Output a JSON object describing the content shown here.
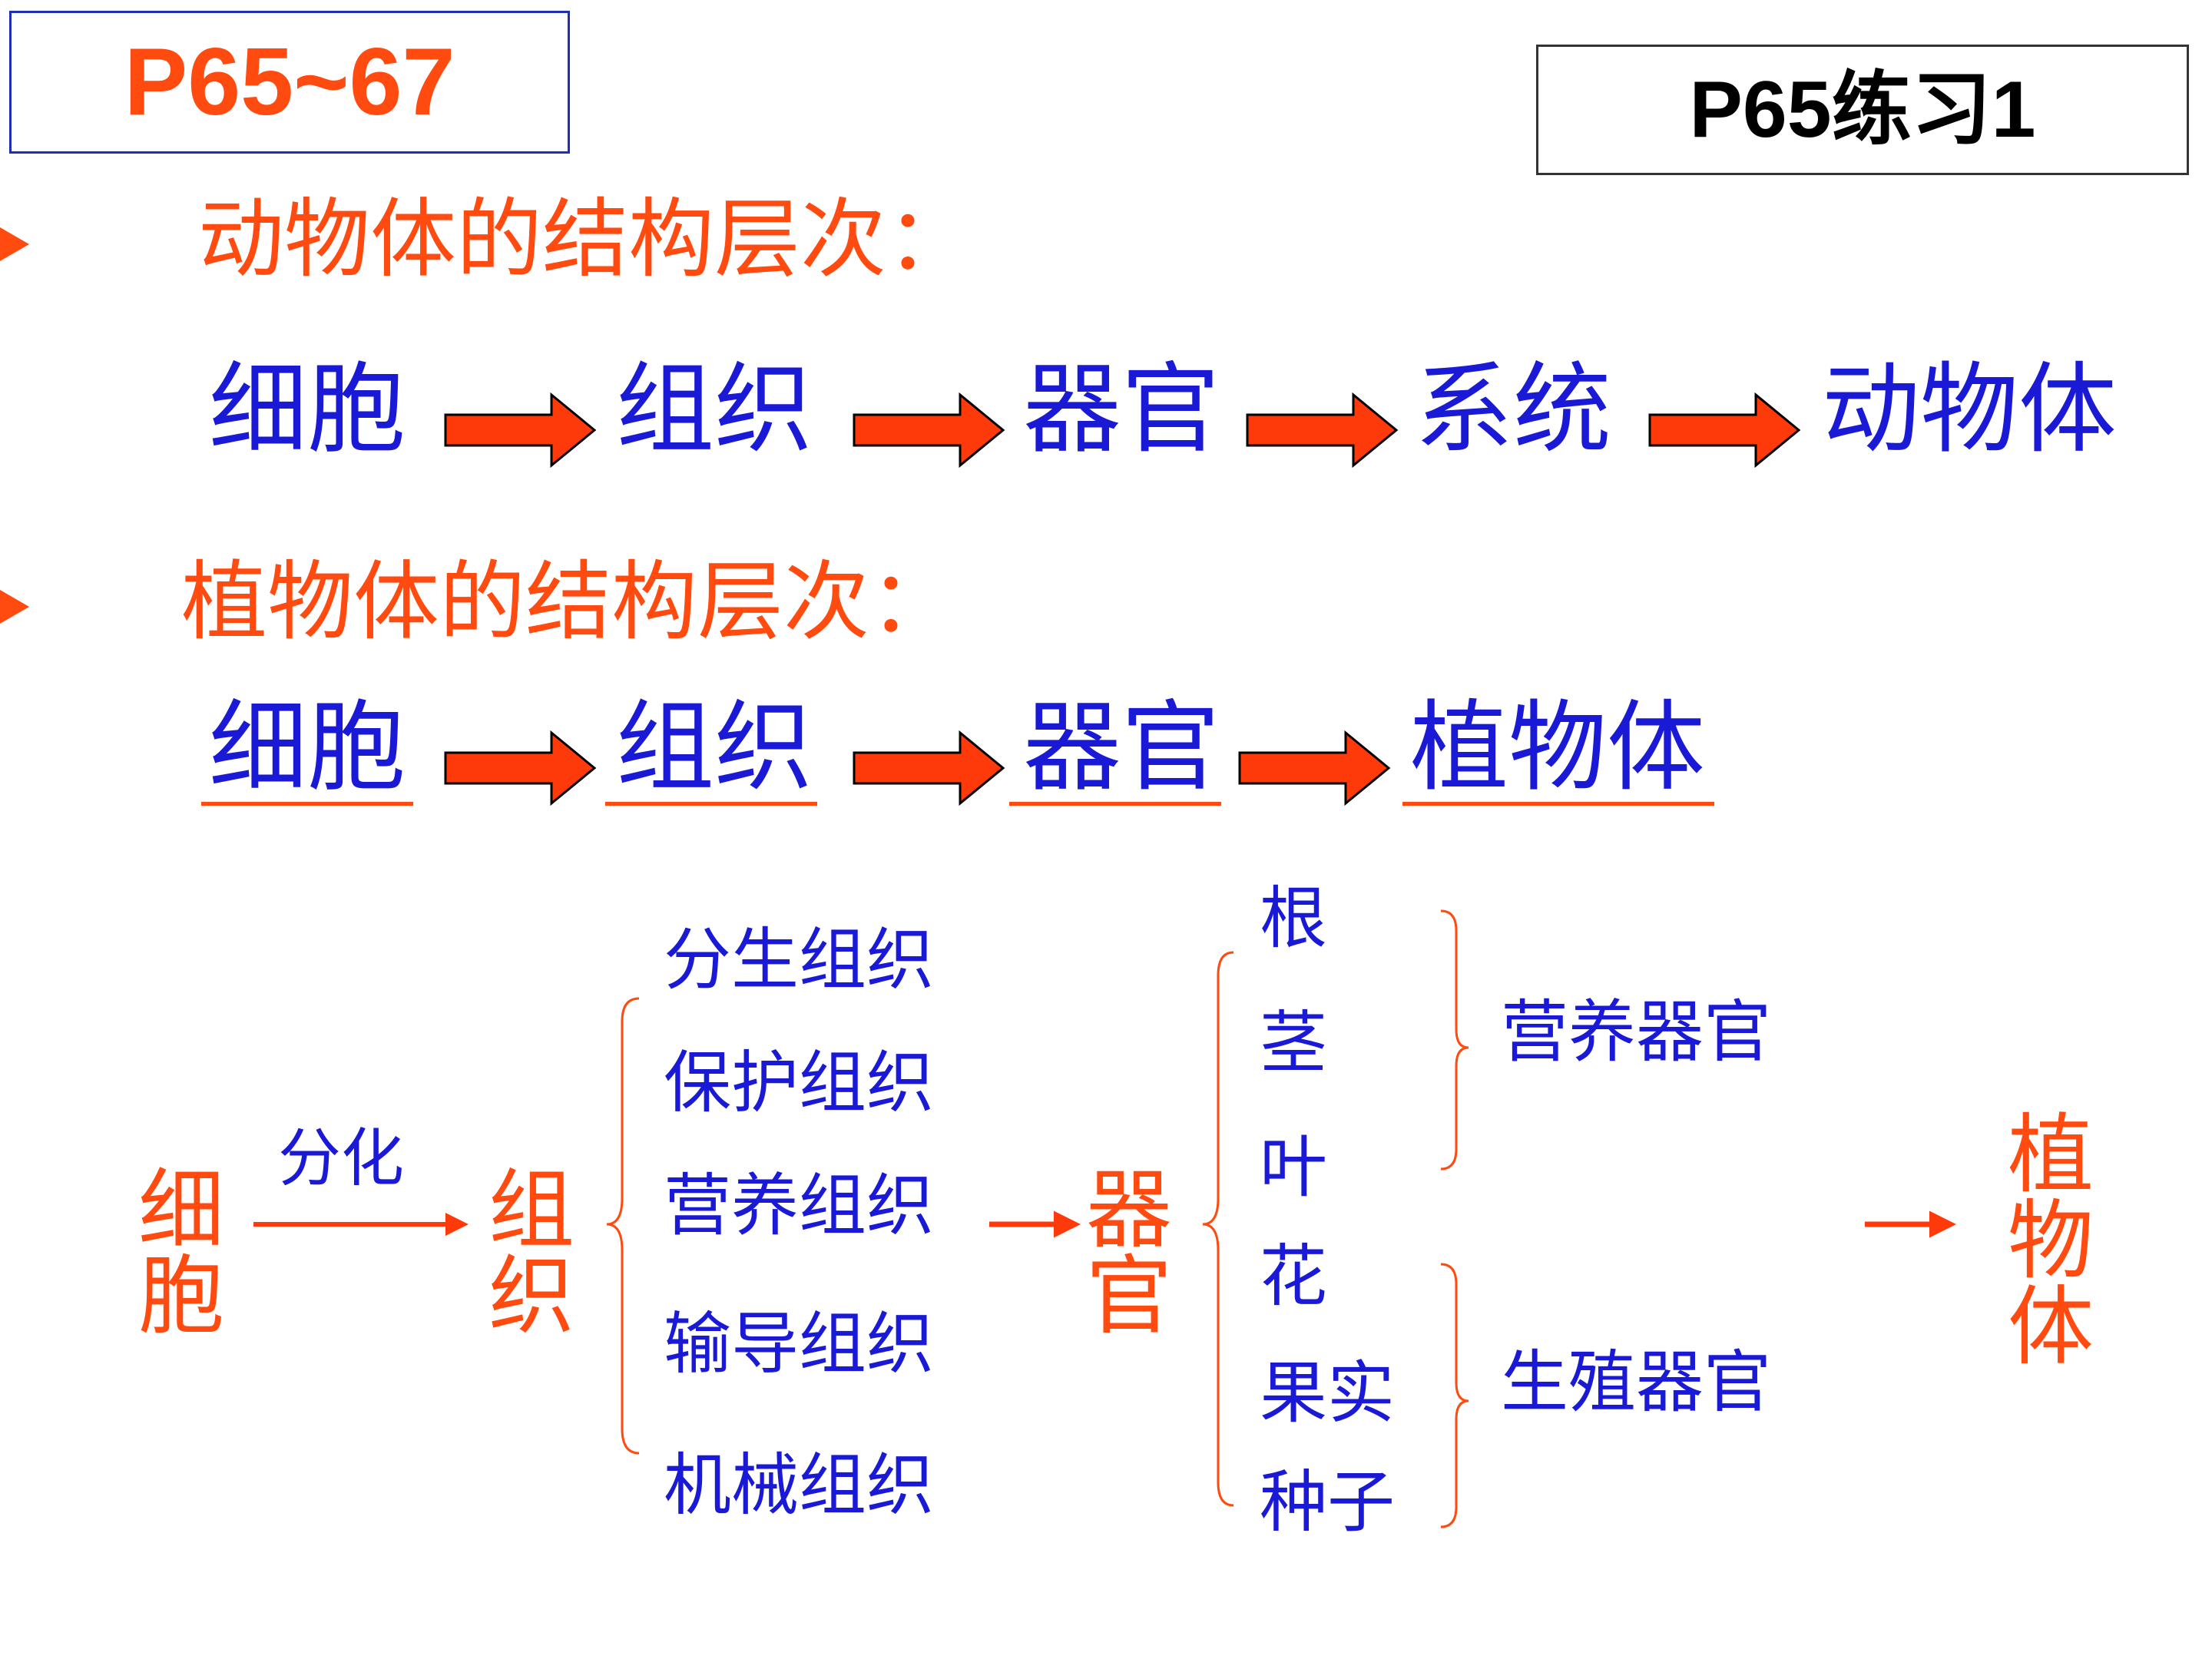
{
  "header": {
    "pages_label": "P65~67",
    "exercise_label": "P65练习1"
  },
  "animal": {
    "heading": "动物体的结构层次：",
    "chain": [
      "细胞",
      "组织",
      "器官",
      "系统",
      "动物体"
    ]
  },
  "plant": {
    "heading": "植物体的结构层次：",
    "chain": [
      "细胞",
      "组织",
      "器官",
      "植物体"
    ]
  },
  "tree": {
    "cell": [
      "细",
      "胞"
    ],
    "process_label": "分化",
    "tissue": [
      "组",
      "织"
    ],
    "tissue_types": [
      "分生组织",
      "保护组织",
      "营养组织",
      "输导组织",
      "机械组织"
    ],
    "organ": [
      "器",
      "官"
    ],
    "organ_types": [
      "根",
      "茎",
      "叶",
      "花",
      "果实",
      "种子"
    ],
    "vegetative_organs": "营养器官",
    "reproductive_organs": "生殖器官",
    "plant_body": [
      "植",
      "物",
      "体"
    ]
  },
  "colors": {
    "red": "#ff4a10",
    "blue": "#1a1ad6",
    "arrow_fill": "#ff3a0a"
  }
}
